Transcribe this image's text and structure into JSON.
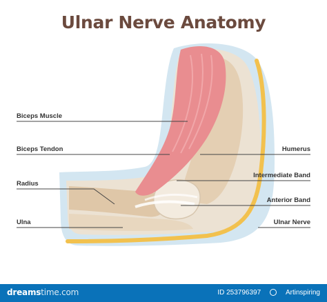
{
  "title": "Ulnar Nerve Anatomy",
  "labels": {
    "biceps_muscle": "Biceps Muscle",
    "biceps_tendon": "Biceps Tendon",
    "radius": "Radius",
    "ulna": "Ulna",
    "humerus": "Humerus",
    "intermediate_band": "Intermediate Band",
    "anterior_band": "Anterior Band",
    "ulnar_nerve": "Ulnar Nerve"
  },
  "footer": {
    "brand_bold": "dreams",
    "brand_light": "time",
    "brand_suffix": ".com",
    "id_text": "ID 253796397",
    "author": "Artinspiring"
  },
  "colors": {
    "title": "#6b4a3e",
    "skin_outer": "#cfe3ee",
    "skin_inner": "#ebe1d1",
    "bone": "#e6d2b8",
    "muscle": "#e98a8e",
    "nerve": "#f3c04a",
    "footer": "#0a72b9"
  }
}
